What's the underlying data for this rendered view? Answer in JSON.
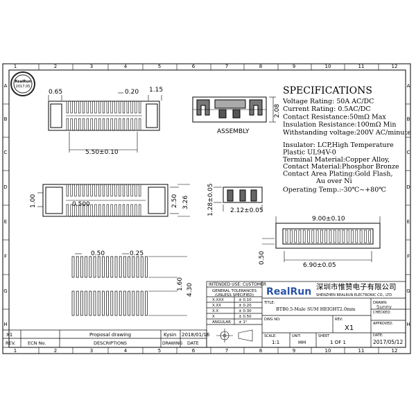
{
  "grid": {
    "columns": [
      "1",
      "2",
      "3",
      "4",
      "5",
      "6",
      "7",
      "8",
      "9",
      "10",
      "11",
      "12"
    ],
    "rows": [
      "A",
      "B",
      "C",
      "D",
      "E",
      "F",
      "G",
      "H"
    ]
  },
  "specifications": {
    "heading": "SPECIFICATIONS",
    "lines": [
      "Voltage Rating: 50A AC/DC",
      "Current Rating: 0.5AC/DC",
      "Contact Resistance:50mΩ Max",
      "Insulation Resistance:100mΩ Min",
      "Withstanding voltage:200V AC/minute"
    ],
    "lines2": [
      "Insulator: LCP,High Temperature",
      "Plastic UL94V-0",
      "Terminal Material:Copper Alloy,",
      "Contact Material:Phosphor Bronze",
      "Contact Area Plating:Gold Flash,",
      "Au over Ni",
      "Operating Temp.:-30℃~+80℃"
    ]
  },
  "dimensions": {
    "d065": "0.65",
    "d020": "0.20",
    "d115": "1.15",
    "d550": "5.50±0.10",
    "d208": "2.08",
    "assembly": "ASSEMBLY",
    "d100": "1.00",
    "d0500": "0.500",
    "d250": "2.50",
    "d326": "3.26",
    "d128": "1.28±0.05",
    "d212": "2.12±0.05",
    "d900": "9.00±0.10",
    "d690": "6.90±0.05",
    "d050side": "0.50",
    "fp050": "0.50",
    "fp025": "0.25",
    "fp160": "1.60",
    "fp430": "4.30"
  },
  "title_block": {
    "intended_use": "INTENDED USE: CUSTOMER",
    "general_tol": "GENERAL TOLERANCES",
    "unless": "(UNLESS SPECIFIED)",
    "tolerances": [
      {
        "fmt": "X.XXX",
        "tol": "± 0.10"
      },
      {
        "fmt": "X.XX",
        "tol": "± 0.20"
      },
      {
        "fmt": "X.X",
        "tol": "± 0.30"
      },
      {
        "fmt": "X",
        "tol": "± 0.50"
      },
      {
        "fmt": "ANGULAR",
        "tol": "± 1°"
      }
    ],
    "brand": "RealRun",
    "company_cn": "深圳市惟赞电子有限公司",
    "company_en": "SHENZHEN REALRUN ELECTRONIC CO., LTD",
    "title_label": "TITLE:",
    "title_value": "BTB0.5-Male SUM HEIGHT2.0mm",
    "drawn_label": "DRAWN:",
    "drawn_value": "Sunny",
    "checked_label": "CHECKED:",
    "approved_label": "APPROVED:",
    "dwg_label": "DWG NO:",
    "rev_label": "REV:",
    "rev_value": "X1",
    "date_label": "DATE:",
    "date_value": "2017/05/12",
    "scale_label": "SCALE:",
    "scale_value": "1:1",
    "unit_label": "UNIT:",
    "unit_value": "MM",
    "sheet_label": "SHEET",
    "sheet_value": "1  OF  1"
  },
  "revision": {
    "rev_x1": "X1",
    "proposal": "Proposal drawing",
    "kysin": "Kysin",
    "rev_date": "2018/01/16",
    "h_rev": "REV.",
    "h_ecn": "ECN  No.",
    "h_desc": "DESCRIPTIONS",
    "h_drawing": "DRAWING",
    "h_date": "DATE"
  },
  "stamp": {
    "lines": [
      "RealRun",
      "2017.05"
    ]
  }
}
